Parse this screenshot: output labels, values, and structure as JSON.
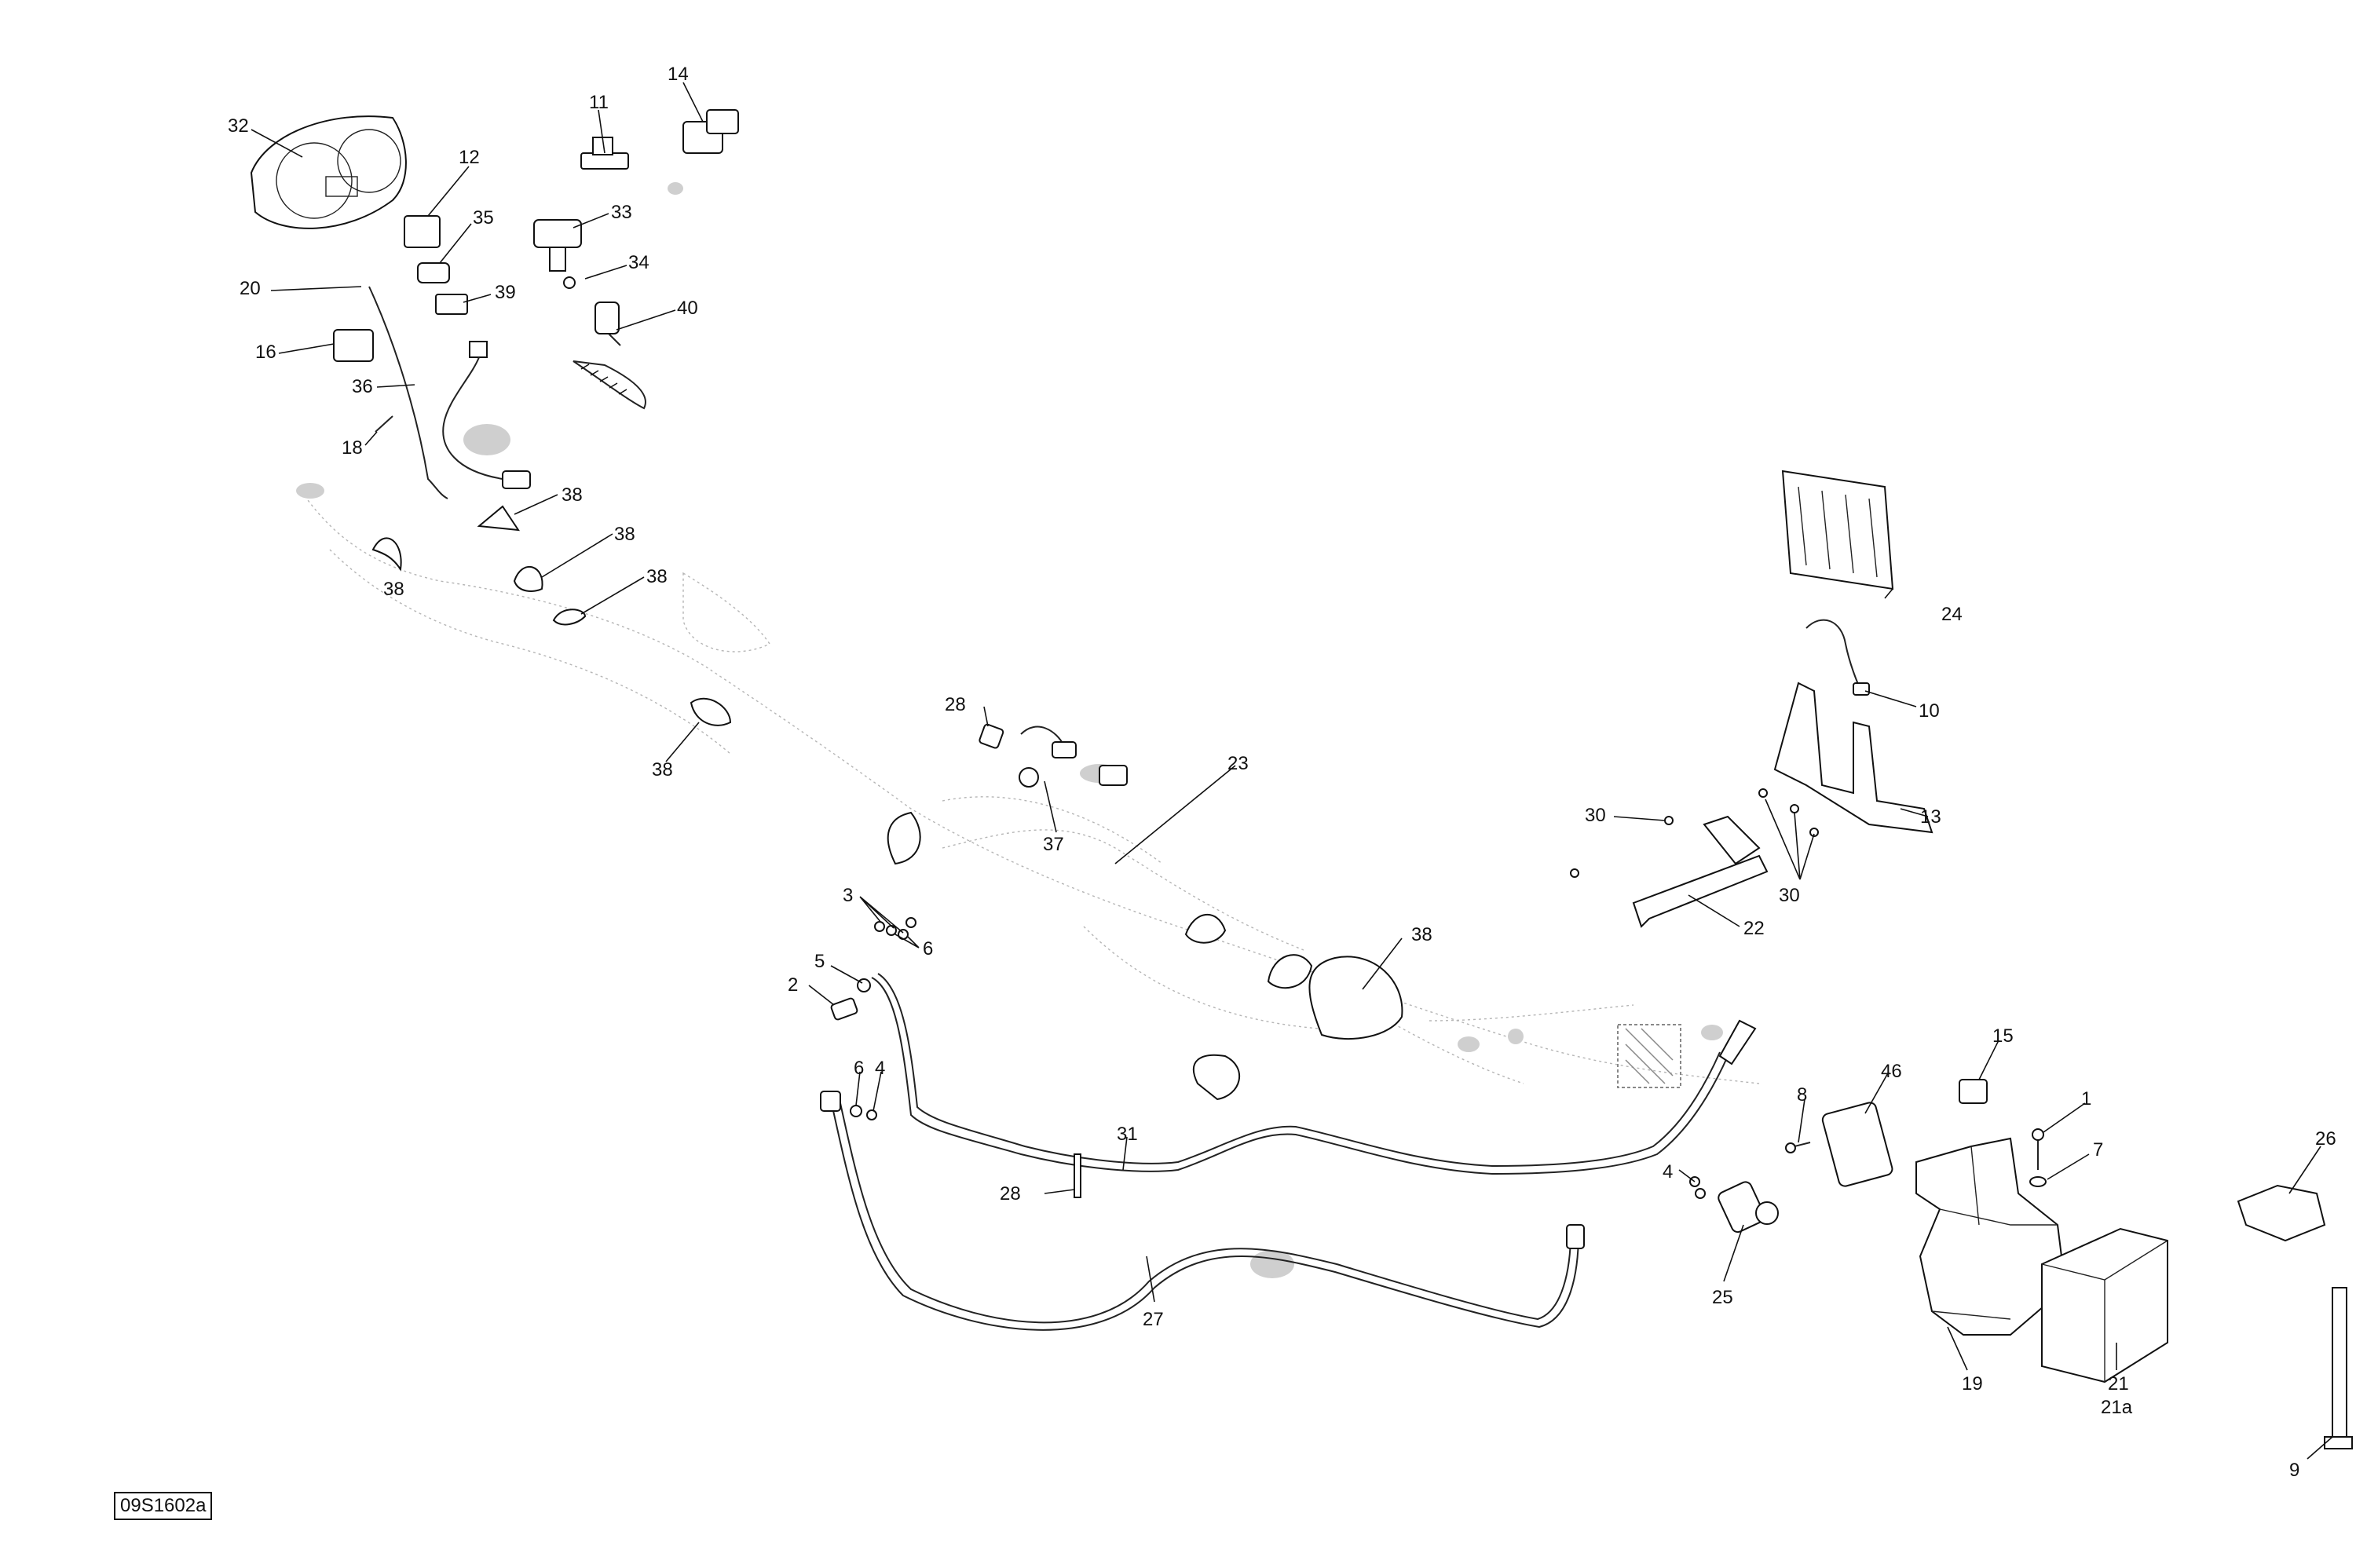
{
  "diagram": {
    "reference_code": "09S1602a",
    "callouts": [
      {
        "id": "c32",
        "text": "32"
      },
      {
        "id": "c12",
        "text": "12"
      },
      {
        "id": "c11",
        "text": "11"
      },
      {
        "id": "c14",
        "text": "14"
      },
      {
        "id": "c35",
        "text": "35"
      },
      {
        "id": "c33",
        "text": "33"
      },
      {
        "id": "c20",
        "text": "20"
      },
      {
        "id": "c34",
        "text": "34"
      },
      {
        "id": "c39",
        "text": "39"
      },
      {
        "id": "c40",
        "text": "40"
      },
      {
        "id": "c16",
        "text": "16"
      },
      {
        "id": "c36",
        "text": "36"
      },
      {
        "id": "c18",
        "text": "18"
      },
      {
        "id": "c38a",
        "text": "38"
      },
      {
        "id": "c38b",
        "text": "38"
      },
      {
        "id": "c38c",
        "text": "38"
      },
      {
        "id": "c38d",
        "text": "38"
      },
      {
        "id": "c38e",
        "text": "38"
      },
      {
        "id": "c38f",
        "text": "38"
      },
      {
        "id": "c24",
        "text": "24"
      },
      {
        "id": "c10",
        "text": "10"
      },
      {
        "id": "c28a",
        "text": "28"
      },
      {
        "id": "c23",
        "text": "23"
      },
      {
        "id": "c13",
        "text": "13"
      },
      {
        "id": "c30a",
        "text": "30"
      },
      {
        "id": "c37",
        "text": "37"
      },
      {
        "id": "c30b",
        "text": "30"
      },
      {
        "id": "c22",
        "text": "22"
      },
      {
        "id": "c3",
        "text": "3"
      },
      {
        "id": "c6a",
        "text": "6"
      },
      {
        "id": "c5",
        "text": "5"
      },
      {
        "id": "c2",
        "text": "2"
      },
      {
        "id": "c15",
        "text": "15"
      },
      {
        "id": "c46",
        "text": "46"
      },
      {
        "id": "c1",
        "text": "1"
      },
      {
        "id": "c8",
        "text": "8"
      },
      {
        "id": "c6b",
        "text": "6"
      },
      {
        "id": "c4a",
        "text": "4"
      },
      {
        "id": "c31",
        "text": "31"
      },
      {
        "id": "c7",
        "text": "7"
      },
      {
        "id": "c26",
        "text": "26"
      },
      {
        "id": "c4b",
        "text": "4"
      },
      {
        "id": "c28b",
        "text": "28"
      },
      {
        "id": "c25",
        "text": "25"
      },
      {
        "id": "c27",
        "text": "27"
      },
      {
        "id": "c19",
        "text": "19"
      },
      {
        "id": "c21",
        "text": "21"
      },
      {
        "id": "c21a",
        "text": "21a"
      },
      {
        "id": "c9",
        "text": "9"
      }
    ]
  }
}
